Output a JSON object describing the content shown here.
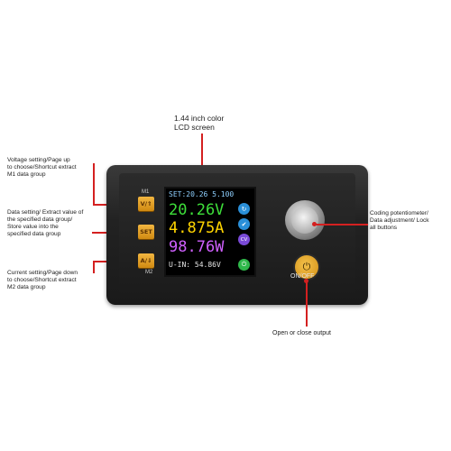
{
  "callouts": {
    "lcd": "1.44 inch color\nLCD screen",
    "voltage": "Voltage setting/Page up\nto choose/Shortcut extract\nM1 data group",
    "data_setting": "Data setting/ Extract value of\nthe specified data group/\nStore value into the\nspecified data group",
    "current": "Current setting/Page down\nto choose/Shortcut extract\nM2 data group",
    "encoder": "Coding potentiometer/\nData adjustment/ Lock\nall buttons",
    "output": "Open or close output"
  },
  "device": {
    "m1_label": "M1",
    "m2_label": "M2",
    "btn_voltage": "V/⇑",
    "btn_set": "SET",
    "btn_current": "A/⇓",
    "onoff_label": "ON/OFF",
    "onoff_symbol": "⏻"
  },
  "screen": {
    "set_line": "SET:20.26 5.100",
    "voltage": "20.26V",
    "current": "4.875A",
    "power": "98.76W",
    "uin_line": "U-IN: 54.86V",
    "icons": [
      "lock-icon",
      "check-icon",
      "cv-icon",
      "power-icon"
    ],
    "icon_glyphs": [
      "↻",
      "✔",
      "CV",
      "⏻"
    ],
    "colors": {
      "voltage": "#3ee03a",
      "current": "#ffd400",
      "power": "#d060ff",
      "set": "#8fd0ff"
    }
  }
}
